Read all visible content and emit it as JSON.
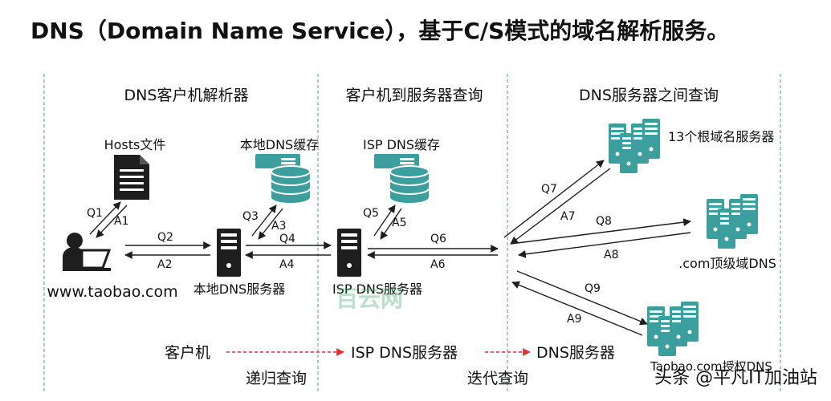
{
  "title": "DNS（Domain Name Service），基于C/S模式的域名解析服务。",
  "sections": {
    "resolver": "DNS客户机解析器",
    "client_to_server": "客户机到服务器查询",
    "server_to_server": "DNS服务器之间查询"
  },
  "nodes": {
    "hosts_file": "Hosts文件",
    "local_cache": "本地DNS缓存",
    "isp_cache": "ISP DNS缓存",
    "client_url": "www.taobao.com",
    "local_server": "本地DNS服务器",
    "isp_server": "ISP DNS服务器",
    "root_servers": "13个根域名服务器",
    "tld_server": ".com顶级域DNS",
    "auth_server": "Taobao.com授权DNS"
  },
  "arrows": {
    "q1": "Q1",
    "a1": "A1",
    "q2": "Q2",
    "a2": "A2",
    "q3": "Q3",
    "a3": "A3",
    "q4": "Q4",
    "a4": "A4",
    "q5": "Q5",
    "a5": "A5",
    "q6": "Q6",
    "a6": "A6",
    "q7": "Q7",
    "a7": "A7",
    "q8": "Q8",
    "a8": "A8",
    "q9": "Q9",
    "a9": "A9"
  },
  "legend": {
    "client": "客户机",
    "isp_server": "ISP DNS服务器",
    "dns_server": "DNS服务器",
    "recursive": "递归查询",
    "iterative": "迭代查询"
  },
  "watermarks": {
    "center": "百云网",
    "corner": "头条 @平凡IT加油站"
  },
  "colors": {
    "server_teal": "#3d9e9e",
    "dark": "#1e1e1e",
    "legend_arrow": "#e03030",
    "divider": "#6fa9b5"
  }
}
